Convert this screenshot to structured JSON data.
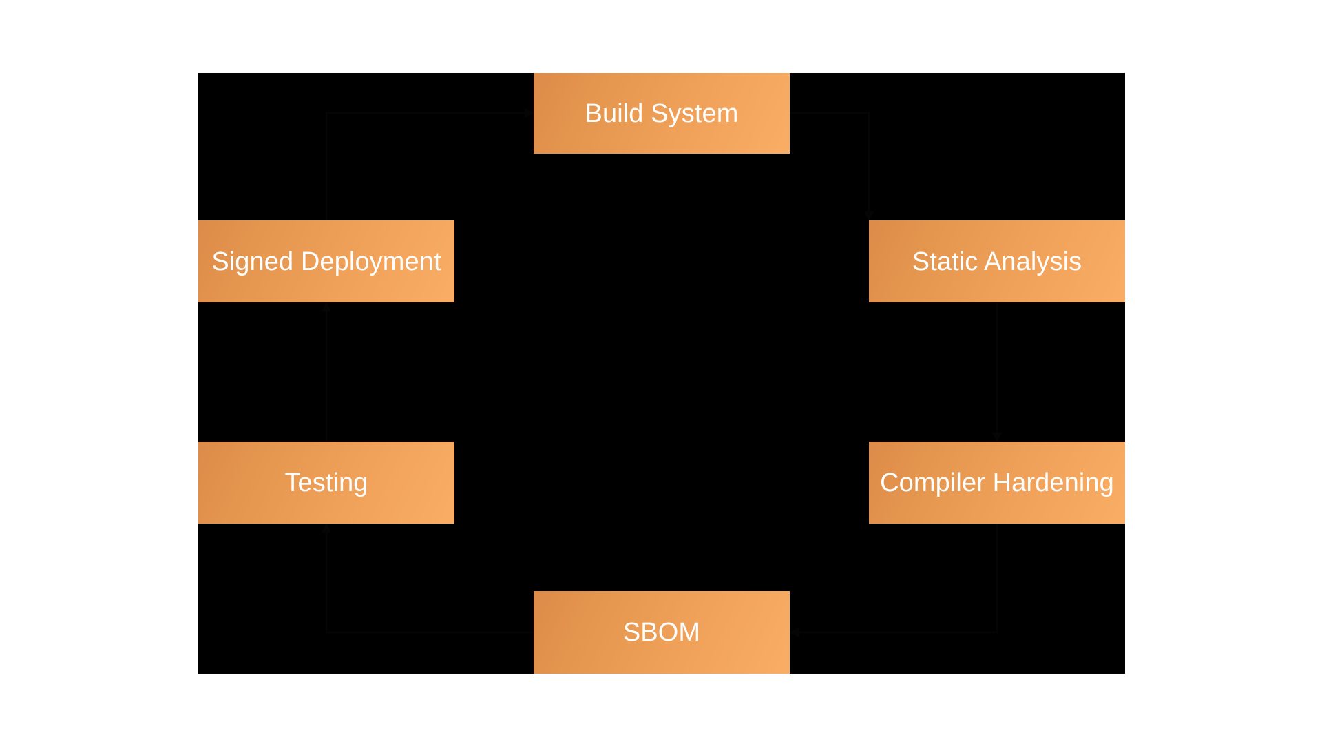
{
  "page": {
    "background_color": "#ffffff",
    "surface_color": "#000000",
    "node_gradient_start": "#dd8b49",
    "node_gradient_end": "#f9ad65",
    "node_text_color": "#ffffff"
  },
  "diagram": {
    "type": "flowchart",
    "title": "",
    "nodes": [
      {
        "id": "build-system",
        "label": "Build System",
        "position": "top-center"
      },
      {
        "id": "signed-deployment",
        "label": "Signed Deployment",
        "position": "left-upper"
      },
      {
        "id": "static-analysis",
        "label": "Static Analysis",
        "position": "right-upper"
      },
      {
        "id": "testing",
        "label": "Testing",
        "position": "left-lower"
      },
      {
        "id": "compiler-hardening",
        "label": "Compiler Hardening",
        "position": "right-lower"
      },
      {
        "id": "sbom",
        "label": "SBOM",
        "position": "bottom-center"
      }
    ],
    "edges": [
      {
        "from": "build-system",
        "to": "static-analysis",
        "label": ""
      },
      {
        "from": "static-analysis",
        "to": "compiler-hardening",
        "label": ""
      },
      {
        "from": "compiler-hardening",
        "to": "sbom",
        "label": ""
      },
      {
        "from": "sbom",
        "to": "testing",
        "label": ""
      },
      {
        "from": "testing",
        "to": "signed-deployment",
        "label": ""
      },
      {
        "from": "signed-deployment",
        "to": "build-system",
        "label": ""
      }
    ]
  }
}
